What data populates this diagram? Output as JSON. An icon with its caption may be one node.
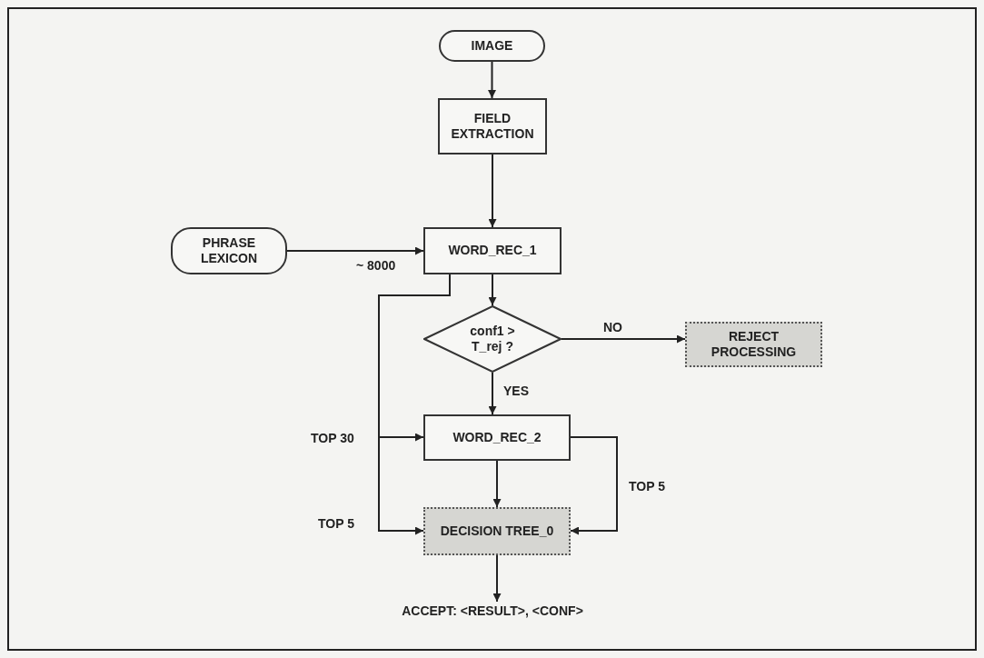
{
  "diagram": {
    "nodes": [
      {
        "text": [
          "IMAGE"
        ]
      },
      {
        "text": [
          "FIELD EXTRACTION"
        ]
      },
      {
        "text": [
          "PHRASE LEXICON"
        ]
      },
      {
        "text": [
          "WORD_REC_1"
        ]
      },
      {
        "text": [
          "conf1 > T_rej ?"
        ]
      },
      {
        "text": [
          "REJECT PROCESSING"
        ]
      },
      {
        "text": [
          "WORD_REC_2"
        ]
      },
      {
        "text": [
          "DECISION TREE_0"
        ]
      },
      {
        "text": [
          "ACCEPT: <RESULT>, <CONF>"
        ]
      }
    ],
    "edges": [
      {
        "from": 0,
        "to": 1,
        "arrow": "to"
      },
      {
        "from": 1,
        "to": 3,
        "arrow": "to"
      },
      {
        "from": 2,
        "to": 3,
        "arrow": "to",
        "label": "~ 8000"
      },
      {
        "from": 3,
        "to": 4,
        "arrow": "to"
      },
      {
        "from": 4,
        "to": 5,
        "arrow": "to",
        "label": "NO"
      },
      {
        "from": 4,
        "to": 6,
        "arrow": "to",
        "label": "YES"
      },
      {
        "from": 3,
        "to": 6,
        "arrow": "to",
        "label": "TOP 30"
      },
      {
        "from": 3,
        "to": 7,
        "arrow": "to",
        "label": "TOP 5"
      },
      {
        "from": 6,
        "to": 7,
        "arrow": "to"
      },
      {
        "from": 6,
        "to": 7,
        "arrow": "to",
        "label": "TOP 5"
      },
      {
        "from": 7,
        "to": 8,
        "arrow": "to"
      }
    ]
  }
}
